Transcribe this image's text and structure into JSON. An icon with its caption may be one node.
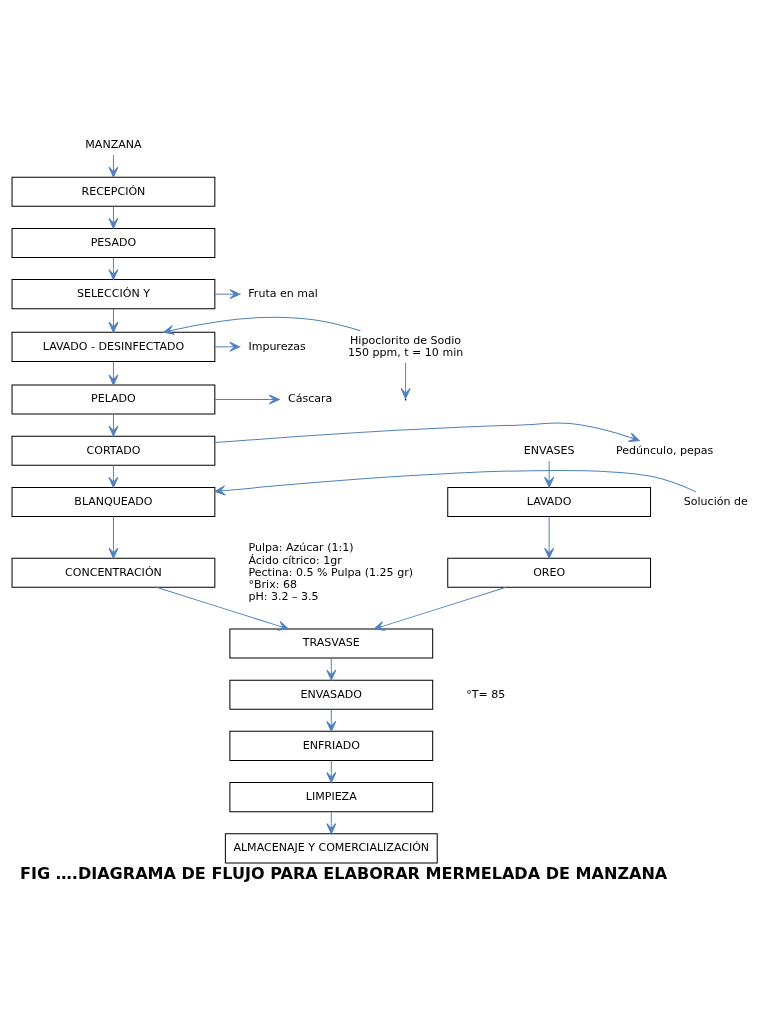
{
  "diagram": {
    "caption": "FIG ….DIAGRAMA DE FLUJO PARA ELABORAR MERMELADA DE MANZANA",
    "nodes": [
      {
        "text": [
          "MANZANA"
        ]
      },
      {
        "text": [
          "RECEPCIÓN"
        ]
      },
      {
        "text": [
          "PESADO"
        ]
      },
      {
        "text": [
          "SELECCIÓN Y"
        ]
      },
      {
        "text": [
          "Fruta en mal"
        ]
      },
      {
        "text": [
          "Hipoclorito de Sodio 150 ppm, t = 10 min"
        ]
      },
      {
        "text": [
          "LAVADO - DESINFECTADO"
        ]
      },
      {
        "text": [
          "Impurezas"
        ]
      },
      {
        "text": [
          "PELADO"
        ]
      },
      {
        "text": [
          "Cáscara"
        ]
      },
      {
        "text": [
          "CORTADO"
        ]
      },
      {
        "text": [
          "Pedúnculo, pepas"
        ]
      },
      {
        "text": [
          "Solución de"
        ]
      },
      {
        "text": [
          "BLANQUEADO"
        ]
      },
      {
        "text": [
          "CONCENTRACIÓN"
        ],
        "beside": [
          "Pulpa: Azúcar (1:1)",
          "Ácido cítrico: 1gr",
          "Pectina: 0.5 % Pulpa (1.25 gr)",
          "°Brix: 68",
          "pH: 3.2 – 3.5"
        ]
      },
      {
        "text": [
          "ENVASES"
        ]
      },
      {
        "text": [
          "LAVADO"
        ]
      },
      {
        "text": [
          "OREO"
        ]
      },
      {
        "text": [
          "TRASVASE"
        ]
      },
      {
        "text": [
          "ENVASADO"
        ],
        "beside": [
          "°T= 85"
        ]
      },
      {
        "text": [
          "ENFRIADO"
        ]
      },
      {
        "text": [
          "LIMPIEZA"
        ]
      },
      {
        "text": [
          "ALMACENAJE Y COMERCIALIZACIÓN"
        ]
      }
    ],
    "edges": [
      {
        "from": 0,
        "to": 1,
        "arrow": "to"
      },
      {
        "from": 1,
        "to": 2,
        "arrow": "to"
      },
      {
        "from": 2,
        "to": 3,
        "arrow": "to"
      },
      {
        "from": 3,
        "to": 4,
        "arrow": "to"
      },
      {
        "from": 3,
        "to": 6,
        "arrow": "to"
      },
      {
        "from": 5,
        "to": 6,
        "arrow": "to"
      },
      {
        "from": 5,
        "to": null,
        "arrow": "to"
      },
      {
        "from": 6,
        "to": 7,
        "arrow": "to"
      },
      {
        "from": 6,
        "to": 8,
        "arrow": "to"
      },
      {
        "from": 8,
        "to": 9,
        "arrow": "to"
      },
      {
        "from": 8,
        "to": 10,
        "arrow": "to"
      },
      {
        "from": 10,
        "to": 11,
        "arrow": "to"
      },
      {
        "from": 10,
        "to": 13,
        "arrow": "to"
      },
      {
        "from": 12,
        "to": 13,
        "arrow": "to"
      },
      {
        "from": 13,
        "to": 14,
        "arrow": "to"
      },
      {
        "from": 14,
        "to": 18,
        "arrow": "to"
      },
      {
        "from": 15,
        "to": 16,
        "arrow": "to"
      },
      {
        "from": 16,
        "to": 17,
        "arrow": "to"
      },
      {
        "from": 17,
        "to": 18,
        "arrow": "to"
      },
      {
        "from": 18,
        "to": 19,
        "arrow": "to"
      },
      {
        "from": 19,
        "to": 20,
        "arrow": "to"
      },
      {
        "from": 20,
        "to": 21,
        "arrow": "to"
      },
      {
        "from": 21,
        "to": 22,
        "arrow": "to"
      }
    ]
  }
}
